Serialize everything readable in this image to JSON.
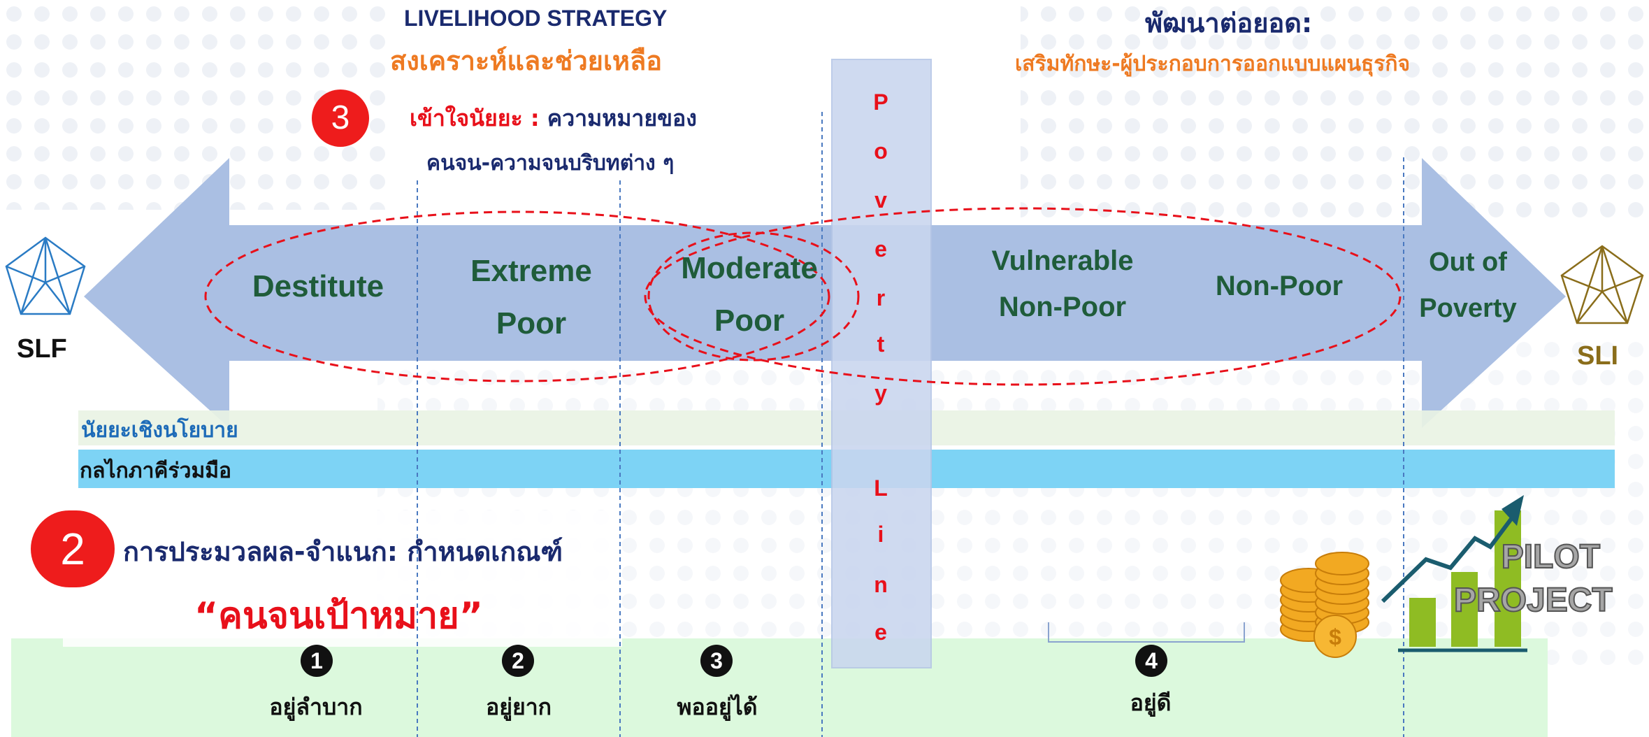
{
  "header": {
    "strategy_title": "LIVELIHOOD STRATEGY",
    "left_theme": "สงเคราะห์และช่วยเหลือ",
    "right_title": "พัฒนาต่อยอด:",
    "right_subtitle": "เสริมทักษะ-ผู้ประกอบการออกแบบแผนธุรกิจ"
  },
  "step3": {
    "number": "3",
    "label_red": "เข้าใจนัยยะ :",
    "label_rest": "ความหมายของ",
    "line2": "คนจน-ความจนบริบทต่าง ๆ"
  },
  "categories": {
    "destitute": "Destitute",
    "extreme_1": "Extreme",
    "extreme_2": "Poor",
    "moderate_1": "Moderate",
    "moderate_2": "Poor",
    "vulnerable_1": "Vulnerable",
    "vulnerable_2": "Non-Poor",
    "nonpoor": "Non-Poor",
    "out_1": "Out of",
    "out_2": "Poverty"
  },
  "poverty_line": {
    "letters": [
      "P",
      "o",
      "v",
      "e",
      "r",
      "t",
      "y",
      "L",
      "i",
      "n",
      "e"
    ]
  },
  "ends": {
    "left_label": "SLF",
    "right_label": "SLI"
  },
  "bands": {
    "policy": "นัยยะเชิงนโยบาย",
    "mechanism": "กลไกภาคีร่วมมือ"
  },
  "step2": {
    "number": "2",
    "title": "การประมวลผล-จำแนก: กำหนดเกณฑ์",
    "target": "“คนจนเป้าหมาย”"
  },
  "levels": [
    {
      "num": "1",
      "label": "อยู่ลำบาก"
    },
    {
      "num": "2",
      "label": "อยู่ยาก"
    },
    {
      "num": "3",
      "label": "พออยู่ได้"
    },
    {
      "num": "4",
      "label": "อยู่ดี"
    }
  ],
  "pilot": {
    "line1": "PILOT",
    "line2": "PROJECT"
  },
  "icons": {
    "left_icon": "pentagon-network-icon",
    "right_icon": "pentagon-network-icon",
    "coins": "coin-stack-icon",
    "growth": "growth-chart-icon"
  },
  "colors": {
    "arrow": "#aabfe3",
    "dashed_ellipse": "#e8101a",
    "policy_band": "#e9f3e4",
    "mechanism_band": "#7dd3f5",
    "bottom_band": "#dcf9dd",
    "poverty_bar": "#c9d6ef",
    "dark_blue": "#1a2a6e",
    "orange": "#ee7a22",
    "green_text": "#1f5c3a",
    "slf_blue": "#2a7bc4",
    "sli_gold": "#8a6d1a"
  }
}
